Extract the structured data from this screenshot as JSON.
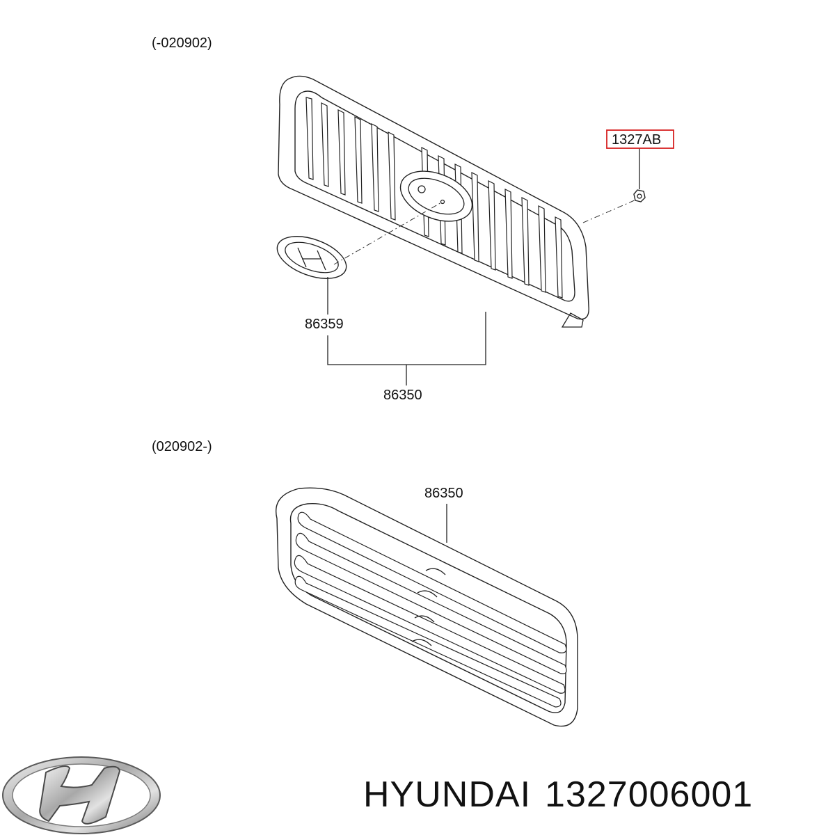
{
  "upper_section": {
    "date_range": "(-020902)",
    "callouts": {
      "nut": "1327AB",
      "emblem": "86359",
      "assembly": "86350"
    },
    "highlight_color": "#d62020"
  },
  "lower_section": {
    "date_range": "(020902-)",
    "callouts": {
      "assembly": "86350"
    }
  },
  "footer": {
    "brand": "HYUNDAI",
    "part_number": "1327006001",
    "logo_icon": "hyundai-logo-icon"
  }
}
